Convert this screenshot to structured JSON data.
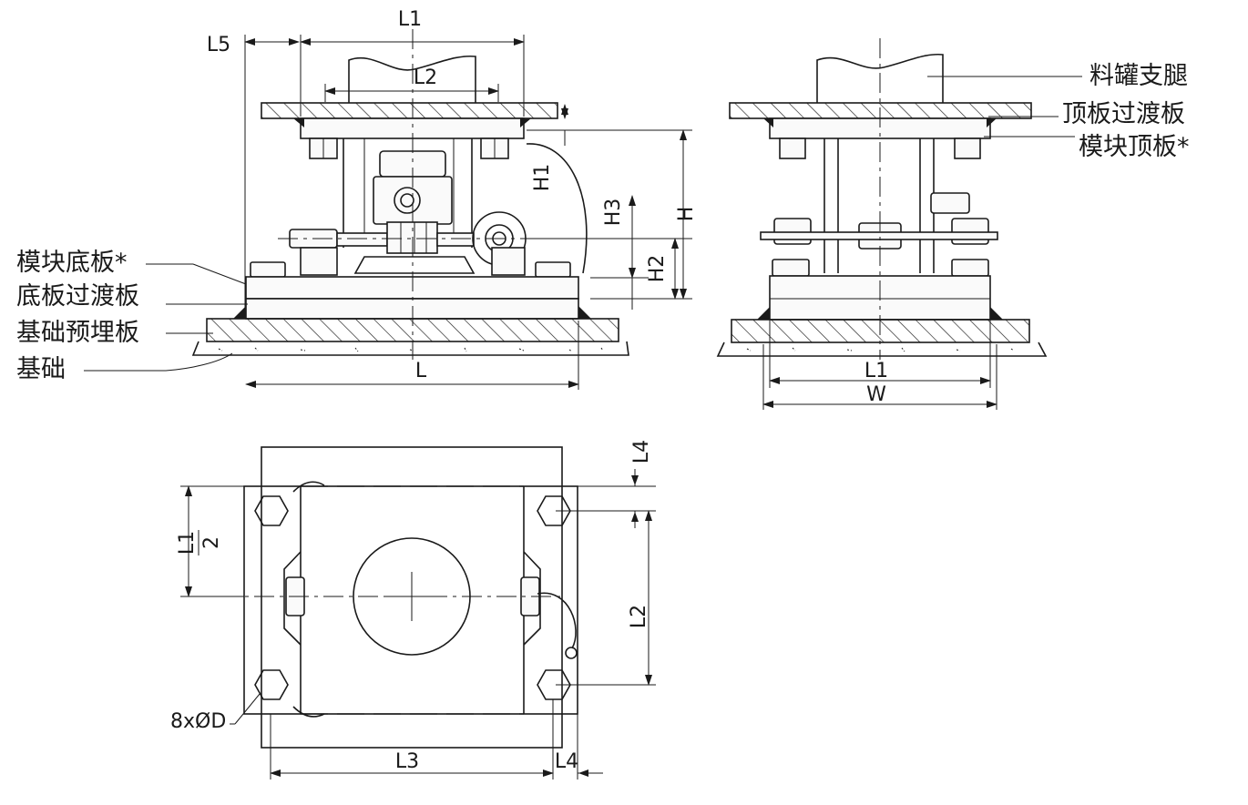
{
  "front_view": {
    "dim_L1": "L1",
    "dim_L2": "L2",
    "dim_L5": "L5",
    "dim_L": "L",
    "dim_H": "H",
    "dim_H1": "H1",
    "dim_H2": "H2",
    "dim_H3": "H3",
    "labels": {
      "module_base_plate": "模块底板*",
      "base_transition_plate": "底板过渡板",
      "foundation_embedded_plate": "基础预埋板",
      "foundation": "基础"
    }
  },
  "side_view": {
    "dim_L1": "L1",
    "dim_W": "W",
    "labels": {
      "tank_leg": "料罐支腿",
      "top_transition_plate": "顶板过渡板",
      "module_top_plate": "模块顶板*"
    }
  },
  "plan_view": {
    "dim_L1": "L1",
    "dim_L1_den": "2",
    "dim_L2": "L2",
    "dim_L3": "L3",
    "dim_L4_top": "L4",
    "dim_L4_bottom": "L4",
    "holes_label": "8xØD"
  }
}
